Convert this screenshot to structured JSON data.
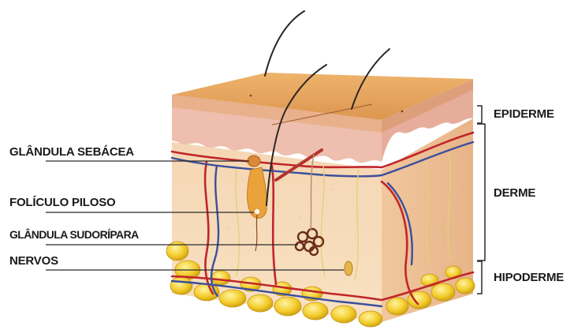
{
  "labels": {
    "sebaceous_gland": "GLÂNDULA SEBÁCEA",
    "hair_follicle": "FOLÍCULO PILOSO",
    "sweat_gland": "GLÂNDULA SUDORÍPARA",
    "nerves": "NERVOS"
  },
  "layers": {
    "epidermis": "EPIDERME",
    "dermis": "DERME",
    "hypodermis": "HIPODERME"
  },
  "colors": {
    "epidermis_top": "#e8a661",
    "dermis": "#f7dcb8",
    "papillary": "#eebfae",
    "fat": "#f2cf2c",
    "artery": "#c0262a",
    "vein": "#3b4f9c",
    "nerve": "#e6d77a"
  }
}
